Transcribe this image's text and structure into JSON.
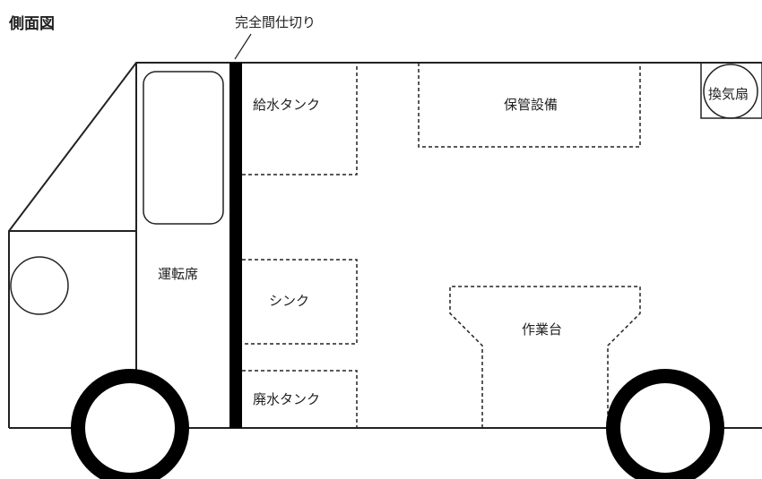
{
  "title": "側面図",
  "labels": {
    "partition": "完全間仕切り",
    "ventilation_fan": "換気扇",
    "driver_seat": "運転席",
    "water_tank": "給水タンク",
    "storage": "保管設備",
    "sink": "シンク",
    "work_table": "作業台",
    "waste_water_tank": "廃水タンク"
  }
}
